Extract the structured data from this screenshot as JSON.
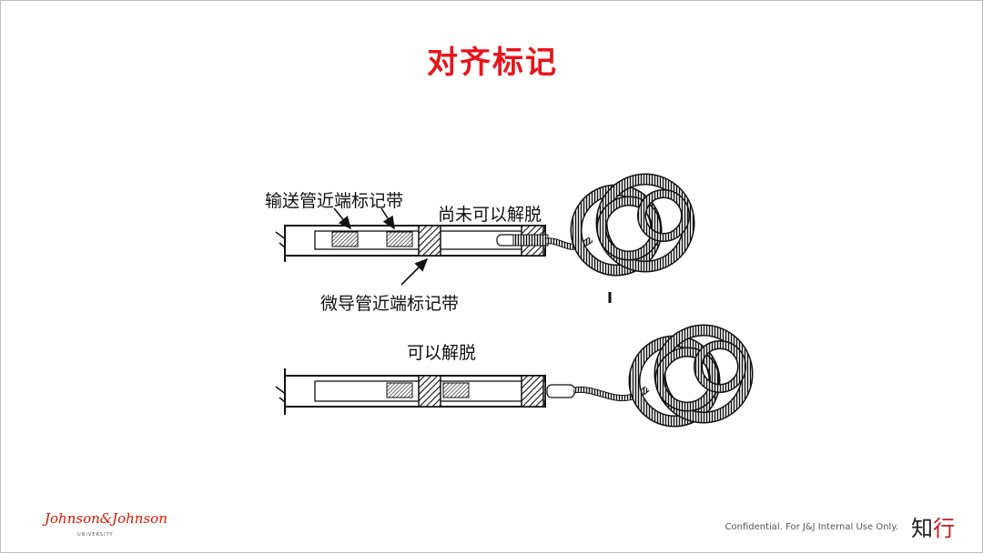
{
  "slide": {
    "title": "对齐标记"
  },
  "diagram": {
    "top": {
      "label_delivery_band": "输送管近端标记带",
      "label_not_detachable": "尚未可以解脱",
      "label_microcatheter_band": "微导管近端标记带"
    },
    "bottom": {
      "label_detachable": "可以解脱"
    }
  },
  "footer": {
    "logo_text": "Johnson&Johnson",
    "logo_sub": "UNIVERSITY",
    "confidential": "Confidential. For J&J Internal Use Only.",
    "brand_char_1": "知",
    "brand_char_2": "行"
  },
  "colors": {
    "title": "#e8141b",
    "logo": "#d51900"
  }
}
